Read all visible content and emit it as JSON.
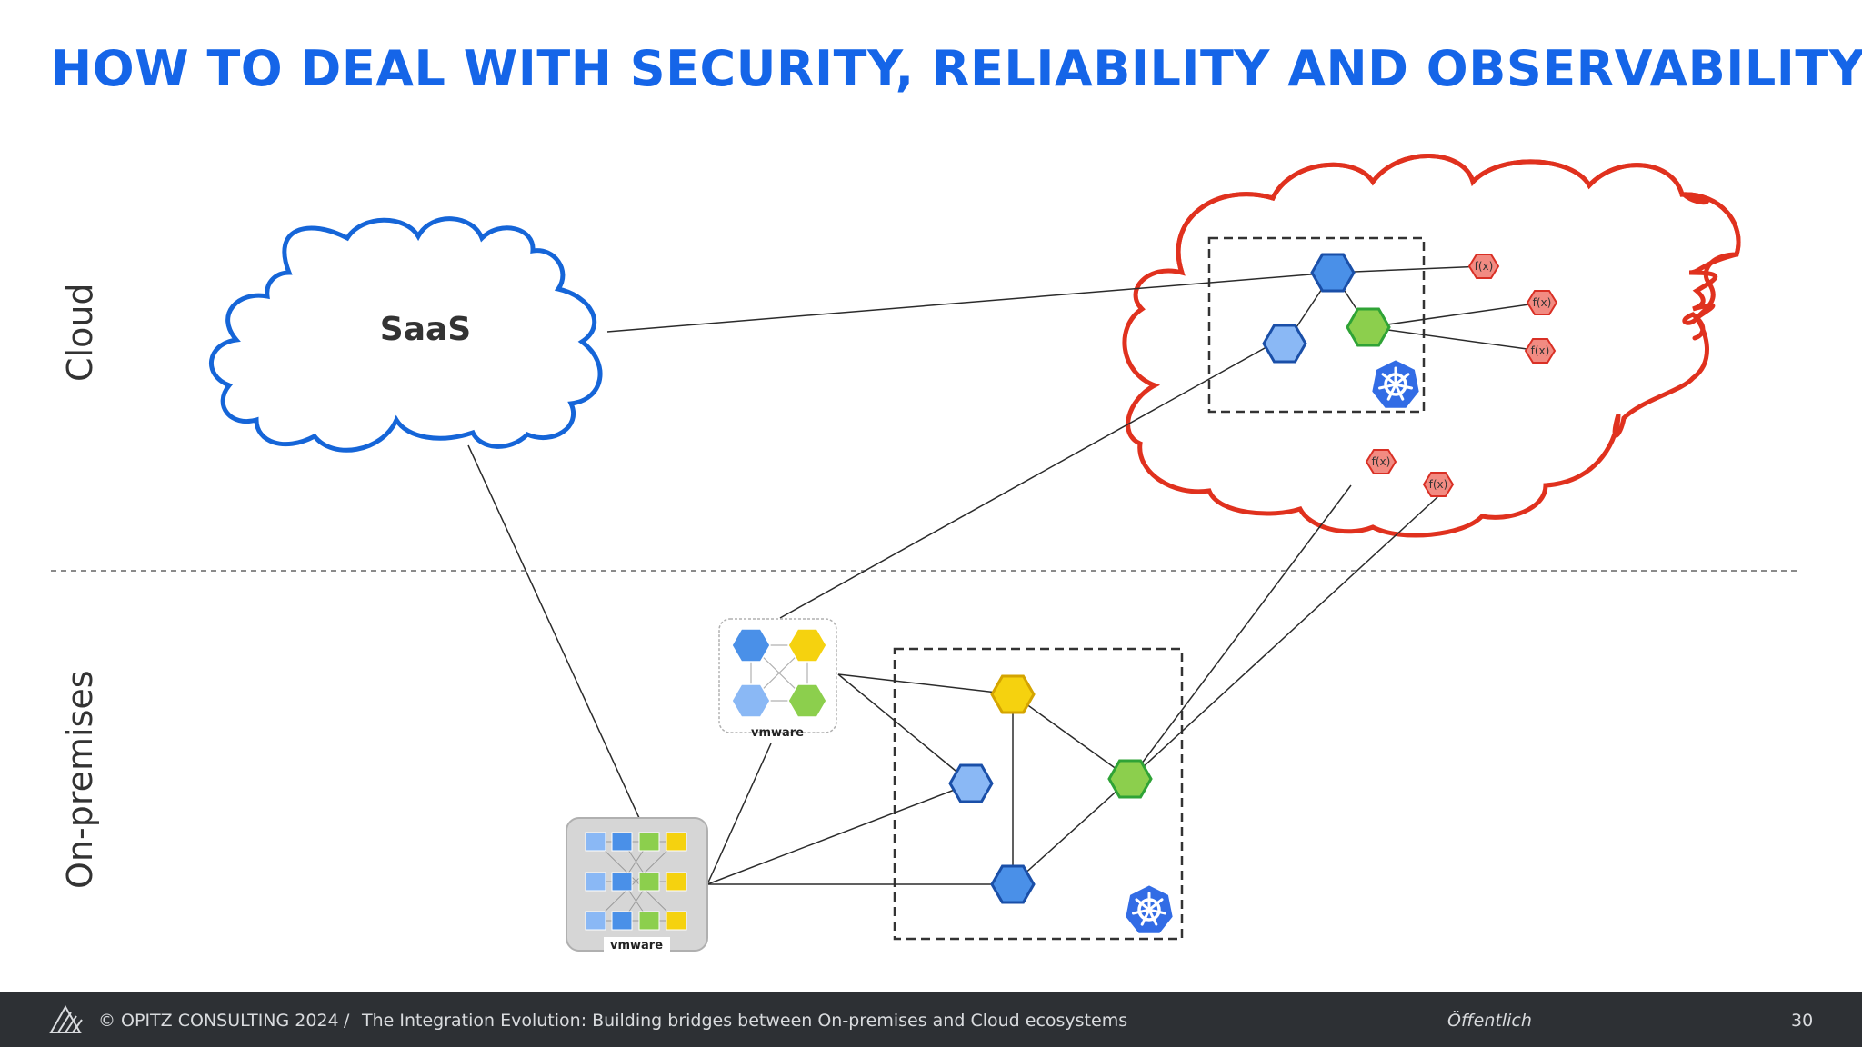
{
  "slide": {
    "title": "HOW TO DEAL WITH SECURITY, RELIABILITY AND OBSERVABILITY?",
    "page_number": "30"
  },
  "zones": {
    "cloud_label": "Cloud",
    "onprem_label": "On-premises"
  },
  "nodes": {
    "saas_label": "SaaS",
    "function_label": "f(x)",
    "vmware_label": "vmware"
  },
  "colors": {
    "title": "#1565e8",
    "saas_cloud": "#1565d8",
    "public_cloud": "#e0311e",
    "hex_blue": "#4a90e8",
    "hex_light_blue": "#8ab8f5",
    "hex_green": "#8ccf4d",
    "hex_yellow": "#f5d20f",
    "function_fill": "#f28b82",
    "kubernetes": "#326ce5",
    "footer_bg": "#2d3034"
  },
  "icons": {
    "cluster_icon": "kubernetes-icon",
    "brand_icon": "opitz-logo-icon"
  },
  "footer": {
    "copyright": "© OPITZ CONSULTING 2024",
    "separator": "/",
    "talk_title": "The Integration Evolution: Building bridges between On-premises and Cloud ecosystems",
    "classification": "Öffentlich"
  }
}
